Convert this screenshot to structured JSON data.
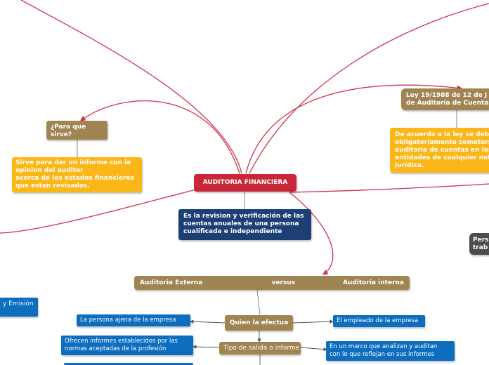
{
  "colors": {
    "link": "#d1324a",
    "connector": "#777777",
    "root": "#c8283a",
    "topic_brown": "#a08552",
    "topic_gold": "#fbb718",
    "topic_navy": "#1c3f74",
    "topic_dark": "#4d4d4d",
    "leaf_blue": "#0d6dbf"
  },
  "root": {
    "label": "AUDITORIA FINANCIERA"
  },
  "definition": {
    "lines": [
      "Es la revision y verificación de las",
      "cuentas anuales de una persona",
      "cualificada e independiente"
    ]
  },
  "purpose": {
    "question_lines": [
      "¿Para que",
      "sirve?"
    ],
    "answer_lines": [
      "Sirve para dar un informe con la",
      "opinion del auditor",
      "acerca de los estados financieros",
      "que estan revisados."
    ]
  },
  "law": {
    "title_lines": [
      "Ley 19/1988 de 12 de J",
      "de Auditoria de Cuentas"
    ],
    "detail_lines": [
      "De acuerdo a la ley se deben",
      "obligatoriamente someters",
      "auditoria de cuentas en las",
      "entidades de cualquier nat",
      "jurídica."
    ]
  },
  "persona_stub": {
    "lines": [
      "Pers",
      "trab"
    ]
  },
  "emision_stub": {
    "label": "y Emisión"
  },
  "comparison": {
    "left": "Auditoria  Externa",
    "middle": "versus",
    "right": "Auditoria interna"
  },
  "quien": {
    "label": "Quien la efectua",
    "externa": "La persona ajena de la empresa",
    "interna": "El empleado de la empresa"
  },
  "tipo": {
    "label": "Tipo de salida o informe",
    "externa_lines": [
      "Ofrecen informes establecidos por las",
      "normas aceptadas de la profesión"
    ],
    "interna_lines": [
      "En un marco que analizan y auditan",
      "con lo que reflejan en sus informes"
    ]
  }
}
